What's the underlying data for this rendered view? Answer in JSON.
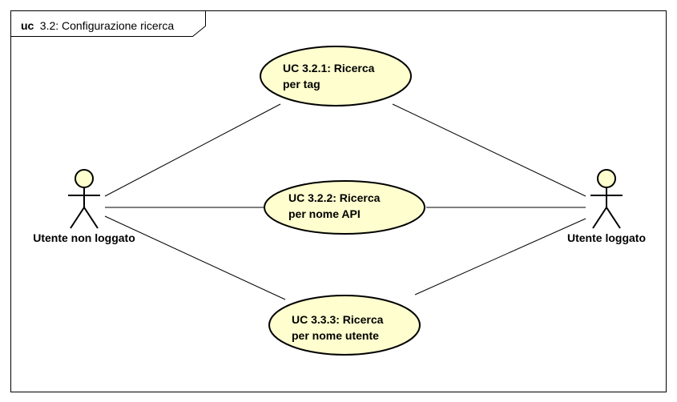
{
  "frame": {
    "keyword": "uc",
    "title": "3.2: Configurazione ricerca"
  },
  "actors": [
    {
      "id": "non-logged",
      "label": "Utente non loggato"
    },
    {
      "id": "logged",
      "label": "Utente loggato"
    }
  ],
  "use_cases": [
    {
      "id": "uc-3-2-1",
      "line1": "UC 3.2.1: Ricerca",
      "line2": "per tag"
    },
    {
      "id": "uc-3-2-2",
      "line1": "UC 3.2.2: Ricerca",
      "line2": "per nome API"
    },
    {
      "id": "uc-3-3-3",
      "line1": "UC 3.3.3: Ricerca",
      "line2": "per nome utente"
    }
  ],
  "colors": {
    "fill": "#fefece",
    "stroke": "#000000",
    "background": "#ffffff"
  }
}
